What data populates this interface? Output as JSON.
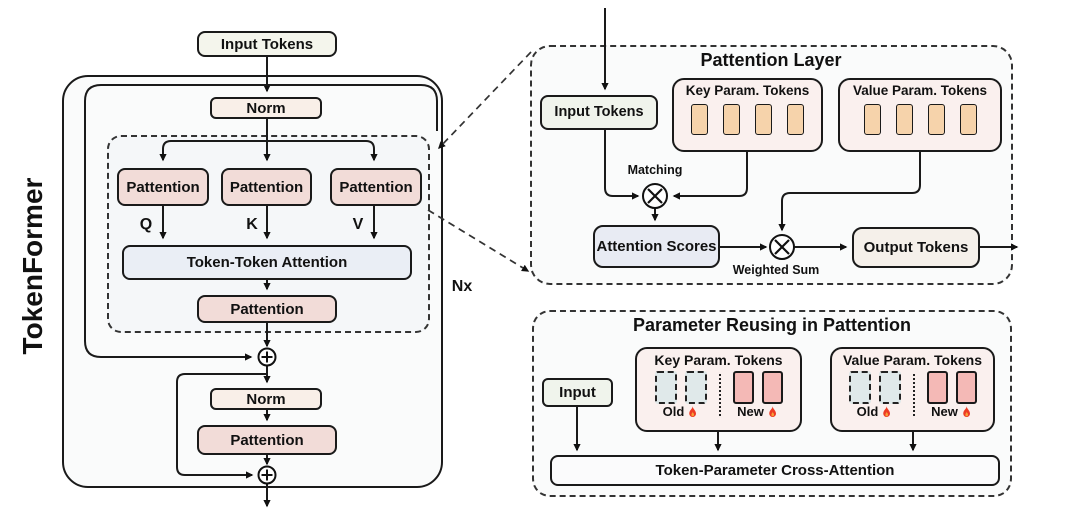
{
  "colors": {
    "border": "#1a1a1a",
    "outer_fill": "#fafbfb",
    "group_fill": "#f5f7f9",
    "norm_fill": "#f9efe8",
    "pattention_fill": "#f2dcd8",
    "attention_fill": "#eaeef5",
    "scores_fill": "#e8ebf3",
    "output_fill": "#f5f0ea",
    "input_fill": "#f0f4ec",
    "input_tokens_fill": "#f4f5ec",
    "param_container_fill": "#faf0ee",
    "param_token_fill": "#f6d3ab",
    "old_token_fill": "#e0e9ea",
    "new_token_fill": "#f4b9b6",
    "flame_red": "#ed3b24",
    "flame_orange": "#f79e38"
  },
  "left": {
    "vertical_label": "TokenFormer",
    "input_tokens": "Input Tokens",
    "norm1": "Norm",
    "pattention_q": "Pattention",
    "pattention_k": "Pattention",
    "pattention_v": "Pattention",
    "q": "Q",
    "k": "K",
    "v": "V",
    "token_token_attention": "Token-Token Attention",
    "pattention_proj": "Pattention",
    "norm2": "Norm",
    "pattention_ffn": "Pattention",
    "nx": "Nx"
  },
  "pattention_layer": {
    "title": "Pattention Layer",
    "input_tokens": "Input Tokens",
    "key_param_tokens": "Key Param. Tokens",
    "value_param_tokens": "Value Param. Tokens",
    "matching": "Matching",
    "attention_scores": "Attention Scores",
    "weighted_sum": "Weighted Sum",
    "output_tokens": "Output Tokens"
  },
  "param_reusing": {
    "title": "Parameter Reusing in Pattention",
    "input": "Input",
    "key_param_tokens": "Key Param. Tokens",
    "value_param_tokens": "Value Param. Tokens",
    "old": "Old",
    "new": "New",
    "cross_attention": "Token-Parameter Cross-Attention"
  }
}
